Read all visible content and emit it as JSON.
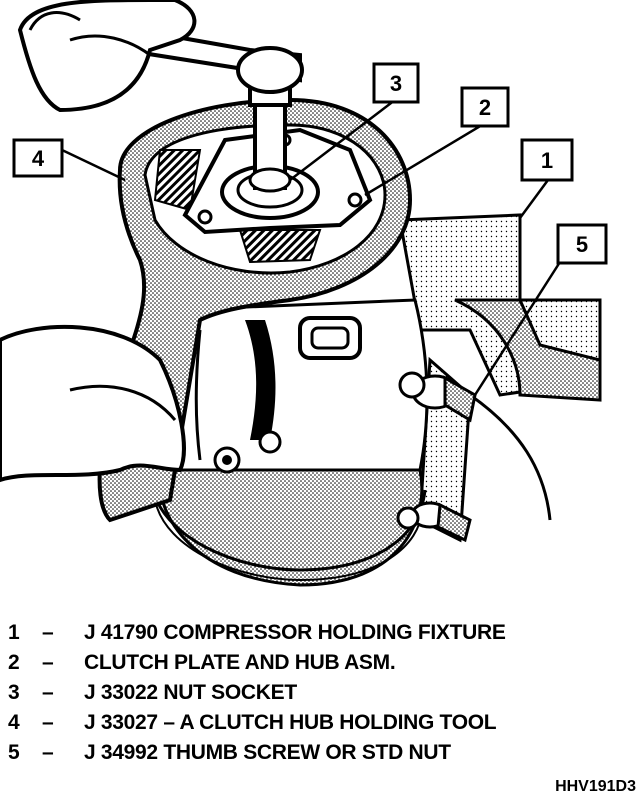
{
  "callouts": [
    {
      "number": "1"
    },
    {
      "number": "2"
    },
    {
      "number": "3"
    },
    {
      "number": "4"
    },
    {
      "number": "5"
    }
  ],
  "legend": {
    "items": [
      {
        "number": "1",
        "dash": "–",
        "text": "J 41790 COMPRESSOR HOLDING FIXTURE"
      },
      {
        "number": "2",
        "dash": "–",
        "text": "CLUTCH PLATE AND HUB ASM."
      },
      {
        "number": "3",
        "dash": "–",
        "text": "J 33022 NUT SOCKET"
      },
      {
        "number": "4",
        "dash": "–",
        "text": "J 33027 – A CLUTCH HUB HOLDING TOOL"
      },
      {
        "number": "5",
        "dash": "–",
        "text": "J 34992 THUMB SCREW OR STD NUT"
      }
    ]
  },
  "figure_code": "HHV191D3"
}
